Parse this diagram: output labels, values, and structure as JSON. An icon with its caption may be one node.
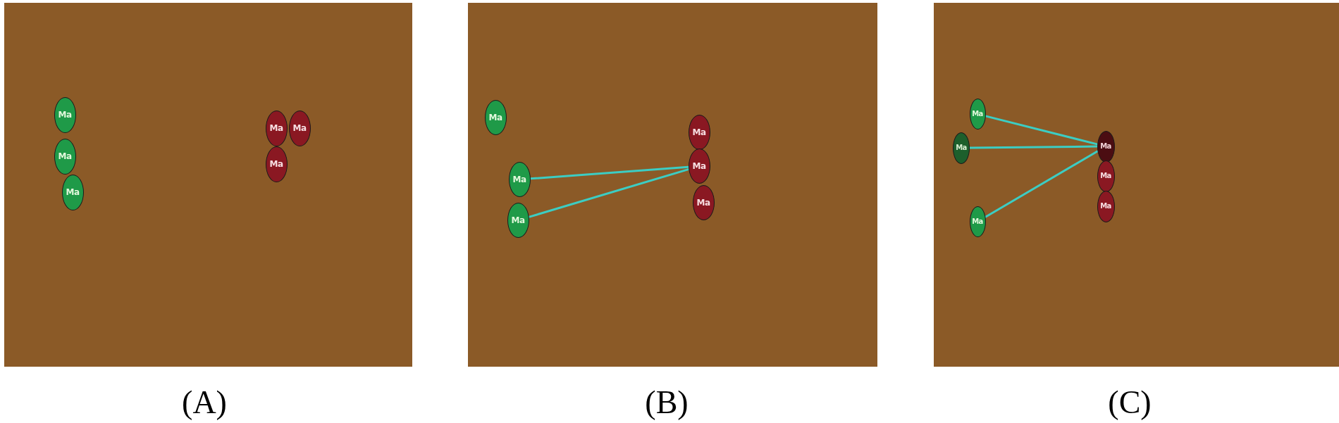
{
  "diagram": {
    "nodes": [
      {
        "text": [],
        "shape": "box",
        "beside": [
          "(A)"
        ]
      },
      {
        "text": [
          "Ma"
        ],
        "in": 0
      },
      {
        "text": [
          "Ma"
        ],
        "in": 0
      },
      {
        "text": [
          "Ma"
        ],
        "in": 0
      },
      {
        "text": [
          "Ma"
        ],
        "in": 0
      },
      {
        "text": [
          "Ma"
        ],
        "in": 0
      },
      {
        "text": [
          "Ma"
        ],
        "in": 0
      },
      {
        "text": [],
        "shape": "box",
        "beside": [
          "(B)"
        ]
      },
      {
        "text": [
          "Ma"
        ],
        "in": 7
      },
      {
        "text": [
          "Ma"
        ],
        "in": 7
      },
      {
        "text": [
          "Ma"
        ],
        "in": 7
      },
      {
        "text": [
          "Ma"
        ],
        "in": 7
      },
      {
        "text": [
          "Ma"
        ],
        "in": 7
      },
      {
        "text": [
          "Ma"
        ],
        "in": 7
      },
      {
        "text": [],
        "shape": "box",
        "beside": [
          "(C)"
        ]
      },
      {
        "text": [
          "Ma"
        ],
        "in": 14
      },
      {
        "text": [
          "Ma"
        ],
        "in": 14
      },
      {
        "text": [
          "Ma"
        ],
        "in": 14
      },
      {
        "text": [
          "Ma"
        ],
        "in": 14
      },
      {
        "text": [
          "Ma"
        ],
        "in": 14
      },
      {
        "text": [
          "Ma"
        ],
        "in": 14
      }
    ],
    "edges": [
      {
        "from": 9,
        "to": 12,
        "arrow": "none"
      },
      {
        "from": 10,
        "to": 12,
        "arrow": "none"
      },
      {
        "from": 15,
        "to": 18,
        "arrow": "none"
      },
      {
        "from": 16,
        "to": 18,
        "arrow": "none"
      },
      {
        "from": 17,
        "to": 18,
        "arrow": "none"
      }
    ]
  }
}
